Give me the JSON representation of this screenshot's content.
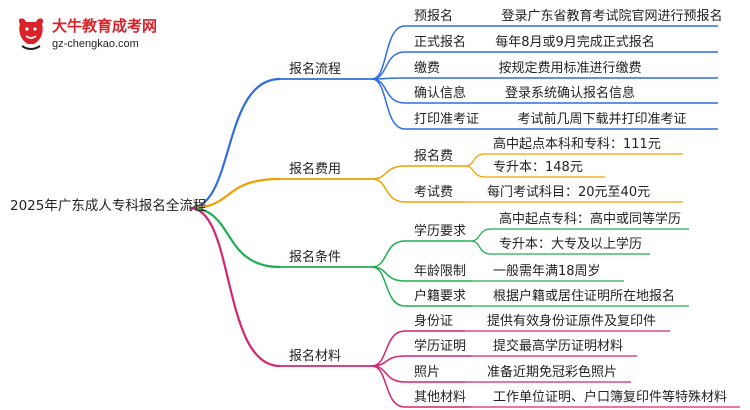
{
  "brand": {
    "name": "大牛教育成考网",
    "domain": "gz-chengkao.com",
    "colors": {
      "red": "#d8232a",
      "dark": "#222222"
    }
  },
  "mindmap": {
    "root": "2025年广东成人专科报名全流程",
    "branches": [
      {
        "label": "报名流程",
        "color": "#2f6fdc",
        "children": [
          {
            "label": "预报名",
            "note": "登录广东省教育考试院官网进行预报名"
          },
          {
            "label": "正式报名",
            "note": "每年8月或9月完成正式报名"
          },
          {
            "label": "缴费",
            "note": "按规定费用标准进行缴费"
          },
          {
            "label": "确认信息",
            "note": "登录系统确认报名信息"
          },
          {
            "label": "打印准考证",
            "note": "考试前几周下载并打印准考证"
          }
        ]
      },
      {
        "label": "报名费用",
        "color": "#f0a000",
        "children": [
          {
            "label": "报名费",
            "notes": [
              "高中起点本科和专科：111元",
              "专升本：148元"
            ]
          },
          {
            "label": "考试费",
            "notes": [
              "每门考试科目：20元至40元"
            ]
          }
        ]
      },
      {
        "label": "报名条件",
        "color": "#1fae54",
        "children": [
          {
            "label": "学历要求",
            "notes": [
              "高中起点专科：高中或同等学历",
              "专升本：大专及以上学历"
            ]
          },
          {
            "label": "年龄限制",
            "notes": [
              "一般需年满18周岁"
            ]
          },
          {
            "label": "户籍要求",
            "notes": [
              "根据户籍或居住证明所在地报名"
            ]
          }
        ]
      },
      {
        "label": "报名材料",
        "color": "#d6246e",
        "children": [
          {
            "label": "身份证",
            "notes": [
              "提供有效身份证原件及复印件"
            ]
          },
          {
            "label": "学历证明",
            "notes": [
              "提交最高学历证明材料"
            ]
          },
          {
            "label": "照片",
            "notes": [
              "准备近期免冠彩色照片"
            ]
          },
          {
            "label": "其他材料",
            "notes": [
              "工作单位证明、户口簿复印件等特殊材料"
            ]
          }
        ]
      }
    ]
  }
}
